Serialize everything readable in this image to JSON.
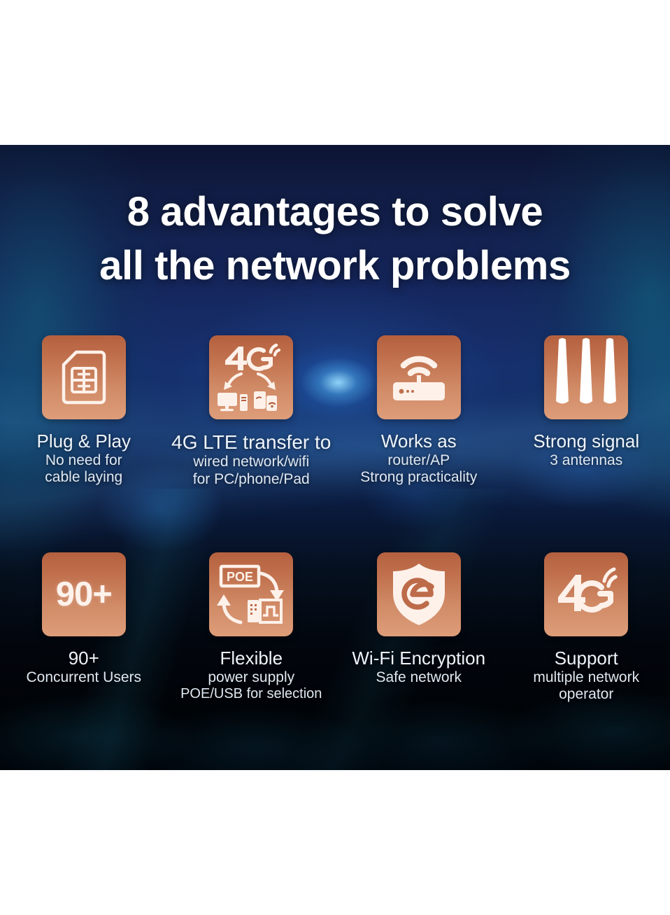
{
  "headline": {
    "line1": "8 advantages to solve",
    "line2": "all the network problems"
  },
  "colors": {
    "tile_top": "#b4603f",
    "tile_bottom": "#de9d79",
    "text": "#eef4fb",
    "background_top": "#15265c",
    "background_bottom": "#000307"
  },
  "features": [
    {
      "icon": "sim-card-icon",
      "title": "Plug & Play",
      "sub1": "No need for",
      "sub2": "cable laying"
    },
    {
      "icon": "4g-transfer-icon",
      "title": "4G LTE transfer to",
      "sub1": "wired network/wifi",
      "sub2": "for PC/phone/Pad"
    },
    {
      "icon": "router-wifi-icon",
      "title": "Works as",
      "sub1": "router/AP",
      "sub2": "Strong practicality"
    },
    {
      "icon": "three-antennas-icon",
      "title": "Strong signal",
      "sub1": "3 antennas",
      "sub2": ""
    },
    {
      "icon": "90-plus-users-icon",
      "icon_text": "90+",
      "title": "90+",
      "sub1": "Concurrent Users",
      "sub2": ""
    },
    {
      "icon": "poe-power-icon",
      "icon_text": "POE",
      "title": "Flexible",
      "sub1": "power supply",
      "sub2": "POE/USB for selection"
    },
    {
      "icon": "shield-encryption-icon",
      "title": "Wi-Fi Encryption",
      "sub1": "Safe network",
      "sub2": ""
    },
    {
      "icon": "4g-signal-icon",
      "title": "Support",
      "sub1": "multiple network",
      "sub2": "operator"
    }
  ]
}
